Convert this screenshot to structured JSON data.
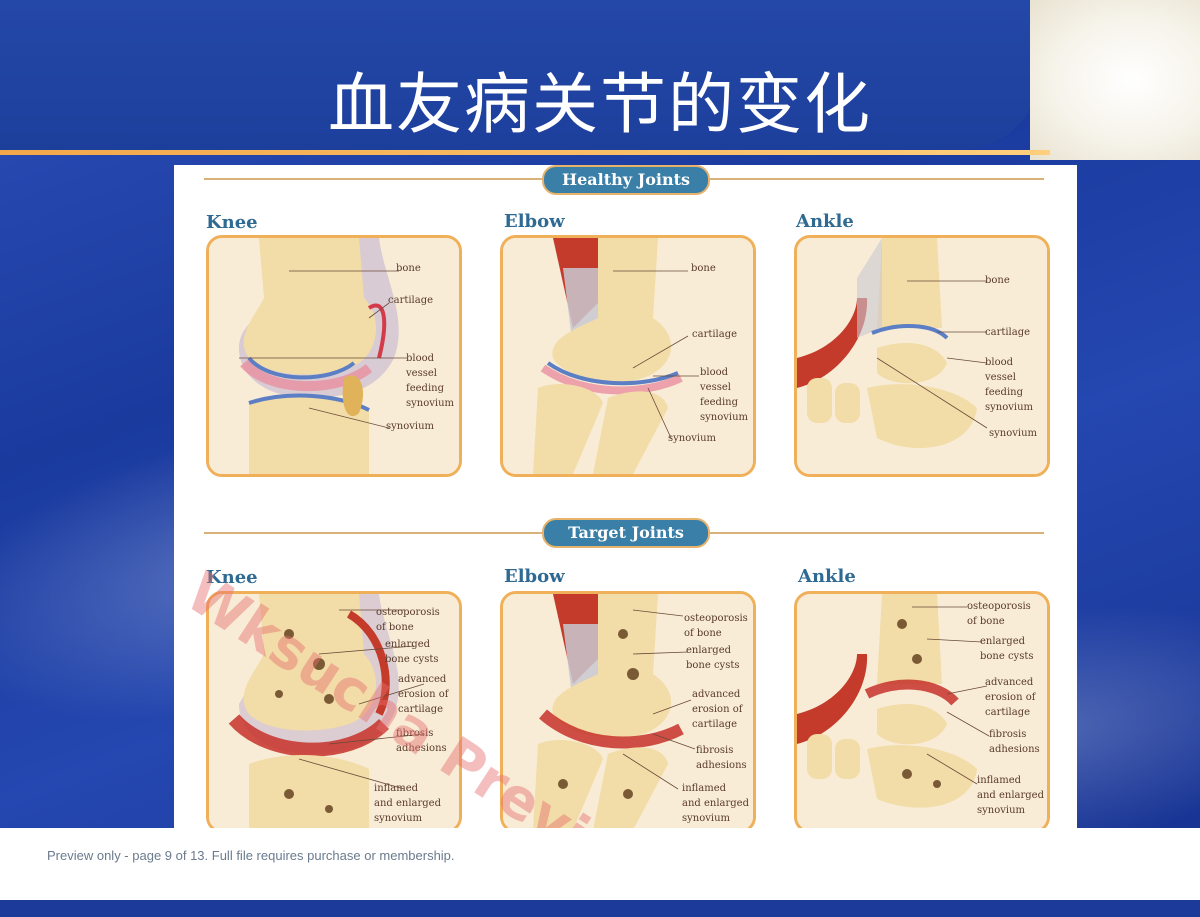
{
  "slide": {
    "title": "血友病关节的变化"
  },
  "figure": {
    "healthy_heading": "Healthy Joints",
    "target_heading": "Target Joints",
    "healthy": {
      "knee": {
        "title": "Knee",
        "labels": [
          "bone",
          "cartilage",
          "blood\nvessel\nfeeding\nsynovium",
          "synovium"
        ]
      },
      "elbow": {
        "title": "Elbow",
        "labels": [
          "bone",
          "cartilage",
          "blood\nvessel\nfeeding\nsynovium",
          "synovium"
        ]
      },
      "ankle": {
        "title": "Ankle",
        "labels": [
          "bone",
          "cartilage",
          "blood\nvessel\nfeeding\nsynovium",
          "synovium"
        ]
      }
    },
    "target": {
      "knee": {
        "title": "Knee",
        "labels": [
          "osteoporosis\nof bone",
          "enlarged\nbone cysts",
          "advanced\nerosion of\ncartilage",
          "fibrosis\nadhesions",
          "inflamed\nand enlarged\nsynovium"
        ]
      },
      "elbow": {
        "title": "Elbow",
        "labels": [
          "osteoporosis\nof bone",
          "enlarged\nbone cysts",
          "advanced\nerosion of\ncartilage",
          "fibrosis\nadhesions",
          "inflamed\nand enlarged\nsynovium"
        ]
      },
      "ankle": {
        "title": "Ankle",
        "labels": [
          "osteoporosis\nof bone",
          "enlarged\nbone cysts",
          "advanced\nerosion of\ncartilage",
          "fibrosis\nadhesions",
          "inflamed\nand enlarged\nsynovium"
        ]
      }
    },
    "watermark": "Wksucha Preview"
  },
  "footer": {
    "notice": "Preview only - page 9 of 13. Full file requires purchase or membership."
  },
  "colors": {
    "background": "#1b3a9a",
    "accent_line": "#f3a74a",
    "pill": "#3a7fa7",
    "panel_border": "#f0b05a",
    "bone": "#f2dca8",
    "cartilage": "#e98fa0",
    "muscle": "#c43a2b"
  }
}
